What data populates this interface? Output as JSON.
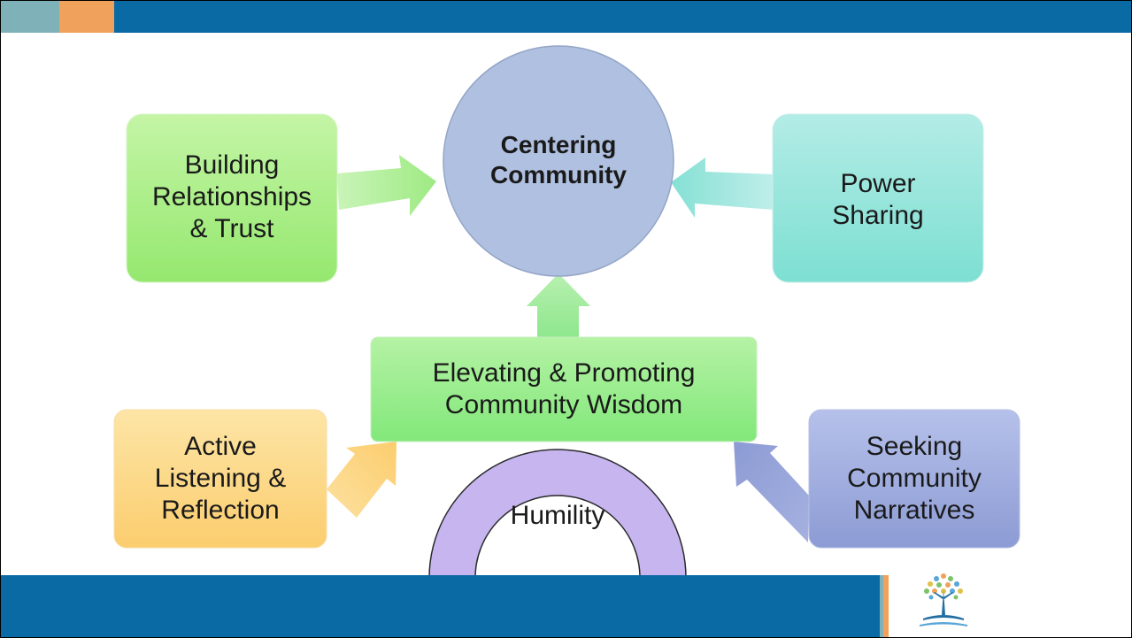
{
  "diagram": {
    "center": "Centering\nCommunity",
    "relationships": "Building\nRelationships\n& Trust",
    "power": "Power\nSharing",
    "wisdom": "Elevating & Promoting\nCommunity Wisdom",
    "listening": "Active\nListening &\nReflection",
    "narratives": "Seeking\nCommunity\nNarratives",
    "humility": "Humility"
  },
  "colors": {
    "band": "#0a6aa4",
    "accent_teal": "#7fb2b8",
    "accent_orange": "#f0a15c",
    "green": "#a6ec8a",
    "teal": "#93e3da",
    "blue_circle": "#afc0e0",
    "orange": "#fdd57e",
    "purple_blue": "#9aa7d8",
    "lavender": "#c6b5ef"
  },
  "icons": {
    "logo": "tree-logo-icon"
  }
}
